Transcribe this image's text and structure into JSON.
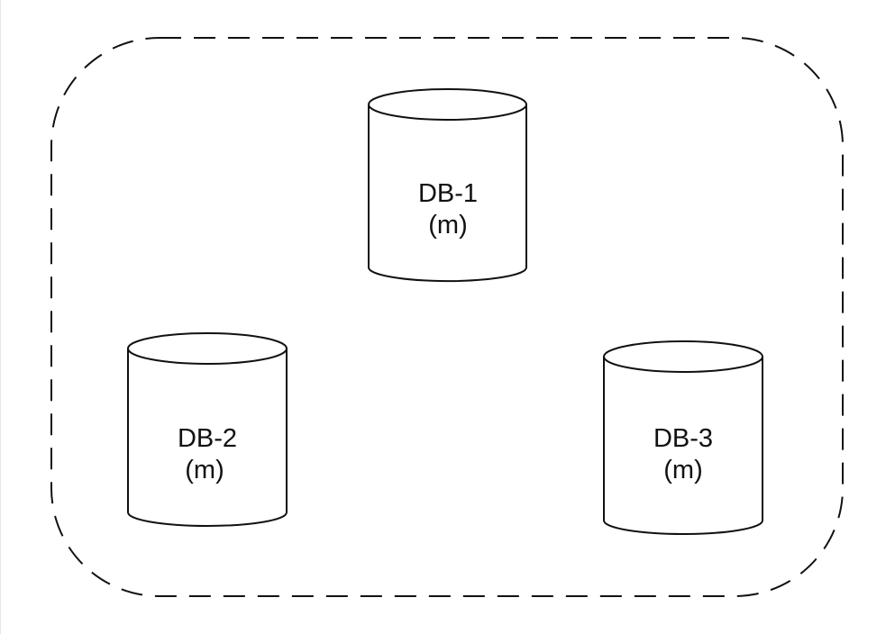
{
  "diagram": {
    "databases": [
      {
        "name": "DB-1",
        "role": "(m)"
      },
      {
        "name": "DB-2",
        "role": "(m)"
      },
      {
        "name": "DB-3",
        "role": "(m)"
      }
    ]
  }
}
